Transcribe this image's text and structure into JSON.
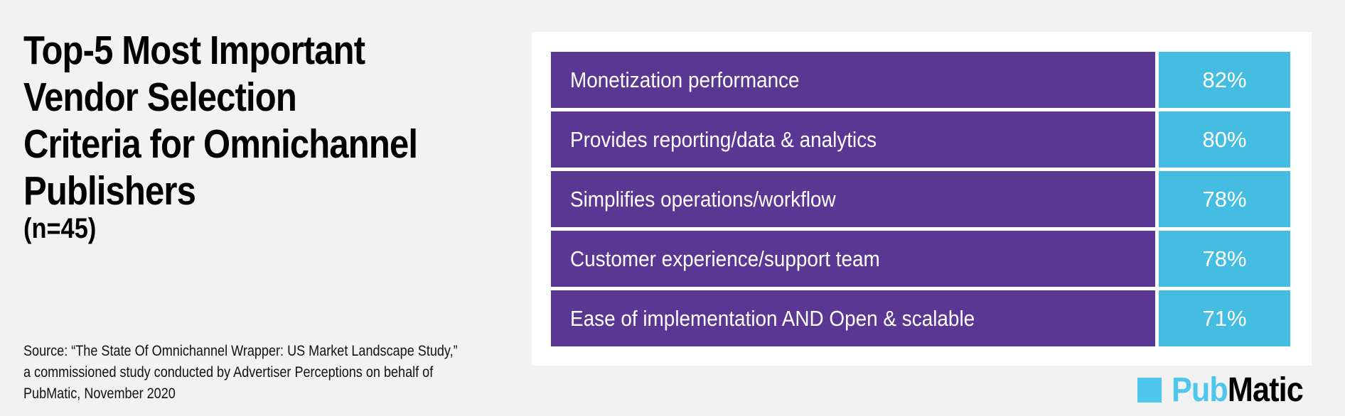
{
  "title_lines": [
    "Top-5 Most Important",
    "Vendor Selection",
    "Criteria for Omnichannel",
    "Publishers"
  ],
  "sample": "(n=45)",
  "source_lines": [
    "Source: “The State Of Omnichannel Wrapper: US Market Landscape Study,”",
    "a commissioned study conducted by Advertiser Perceptions on behalf of",
    "PubMatic, November 2020"
  ],
  "chart_data": {
    "type": "table",
    "title": "Top-5 Most Important Vendor Selection Criteria for Omnichannel Publishers (n=45)",
    "categories": [
      "Monetization performance",
      "Provides reporting/data & analytics",
      "Simplifies operations/workflow",
      "Customer experience/support team",
      "Ease of implementation AND Open & scalable"
    ],
    "values": [
      82,
      80,
      78,
      78,
      71
    ],
    "value_labels": [
      "82%",
      "80%",
      "78%",
      "78%",
      "71%"
    ],
    "unit": "%"
  },
  "logo": {
    "part1": "Pub",
    "part2": "Matic"
  },
  "colors": {
    "background": "#f1f2f1",
    "label_fill": "#5b3794",
    "value_fill": "#45bde3",
    "logo_accent": "#4fc6ec"
  }
}
